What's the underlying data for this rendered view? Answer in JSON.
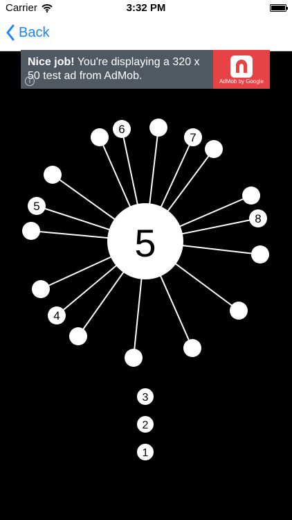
{
  "status_bar": {
    "carrier": "Carrier",
    "time": "3:32 PM"
  },
  "navigation": {
    "back_label": "Back"
  },
  "ad": {
    "headline": "Nice job!",
    "body": " You're displaying a 320 x 50 test ad from AdMob.",
    "brand": "AdMob by Google",
    "info_icon": "i"
  },
  "game": {
    "core_label": "5",
    "pins": [
      {
        "label": "6",
        "color": "#ffffff"
      },
      {
        "label": "",
        "color": "#ffffff"
      },
      {
        "label": "7",
        "color": "#ffffff"
      },
      {
        "label": "",
        "color": "#ffffff"
      },
      {
        "label": "",
        "color": "#ffffff"
      },
      {
        "label": "8",
        "color": "#ffffff"
      },
      {
        "label": "",
        "color": "#ffffff"
      },
      {
        "label": "",
        "color": "#ffffff"
      },
      {
        "label": "",
        "color": "#ffffff"
      },
      {
        "label": "",
        "color": "#ffffff"
      },
      {
        "label": "",
        "color": "#ffffff"
      },
      {
        "label": "4",
        "color": "#ffffff"
      },
      {
        "label": "",
        "color": "#ffffff"
      },
      {
        "label": "",
        "color": "#ffffff"
      },
      {
        "label": "5",
        "color": "#ffffff"
      },
      {
        "label": "",
        "color": "#ffffff"
      },
      {
        "label": "",
        "color": "#ffffff"
      }
    ],
    "queue": [
      "3",
      "2",
      "1"
    ]
  },
  "colors": {
    "background": "#000000",
    "nav_blue": "#1884ff",
    "ad_background": "#505962",
    "ad_brand": "#e64346",
    "line": "#ffffff",
    "ball": "#ffffff"
  },
  "icons": {
    "wifi": "wifi-icon",
    "battery": "battery-icon",
    "back": "chevron-left-icon",
    "ad_info": "info-icon",
    "ad_logo": "admob-logo"
  }
}
